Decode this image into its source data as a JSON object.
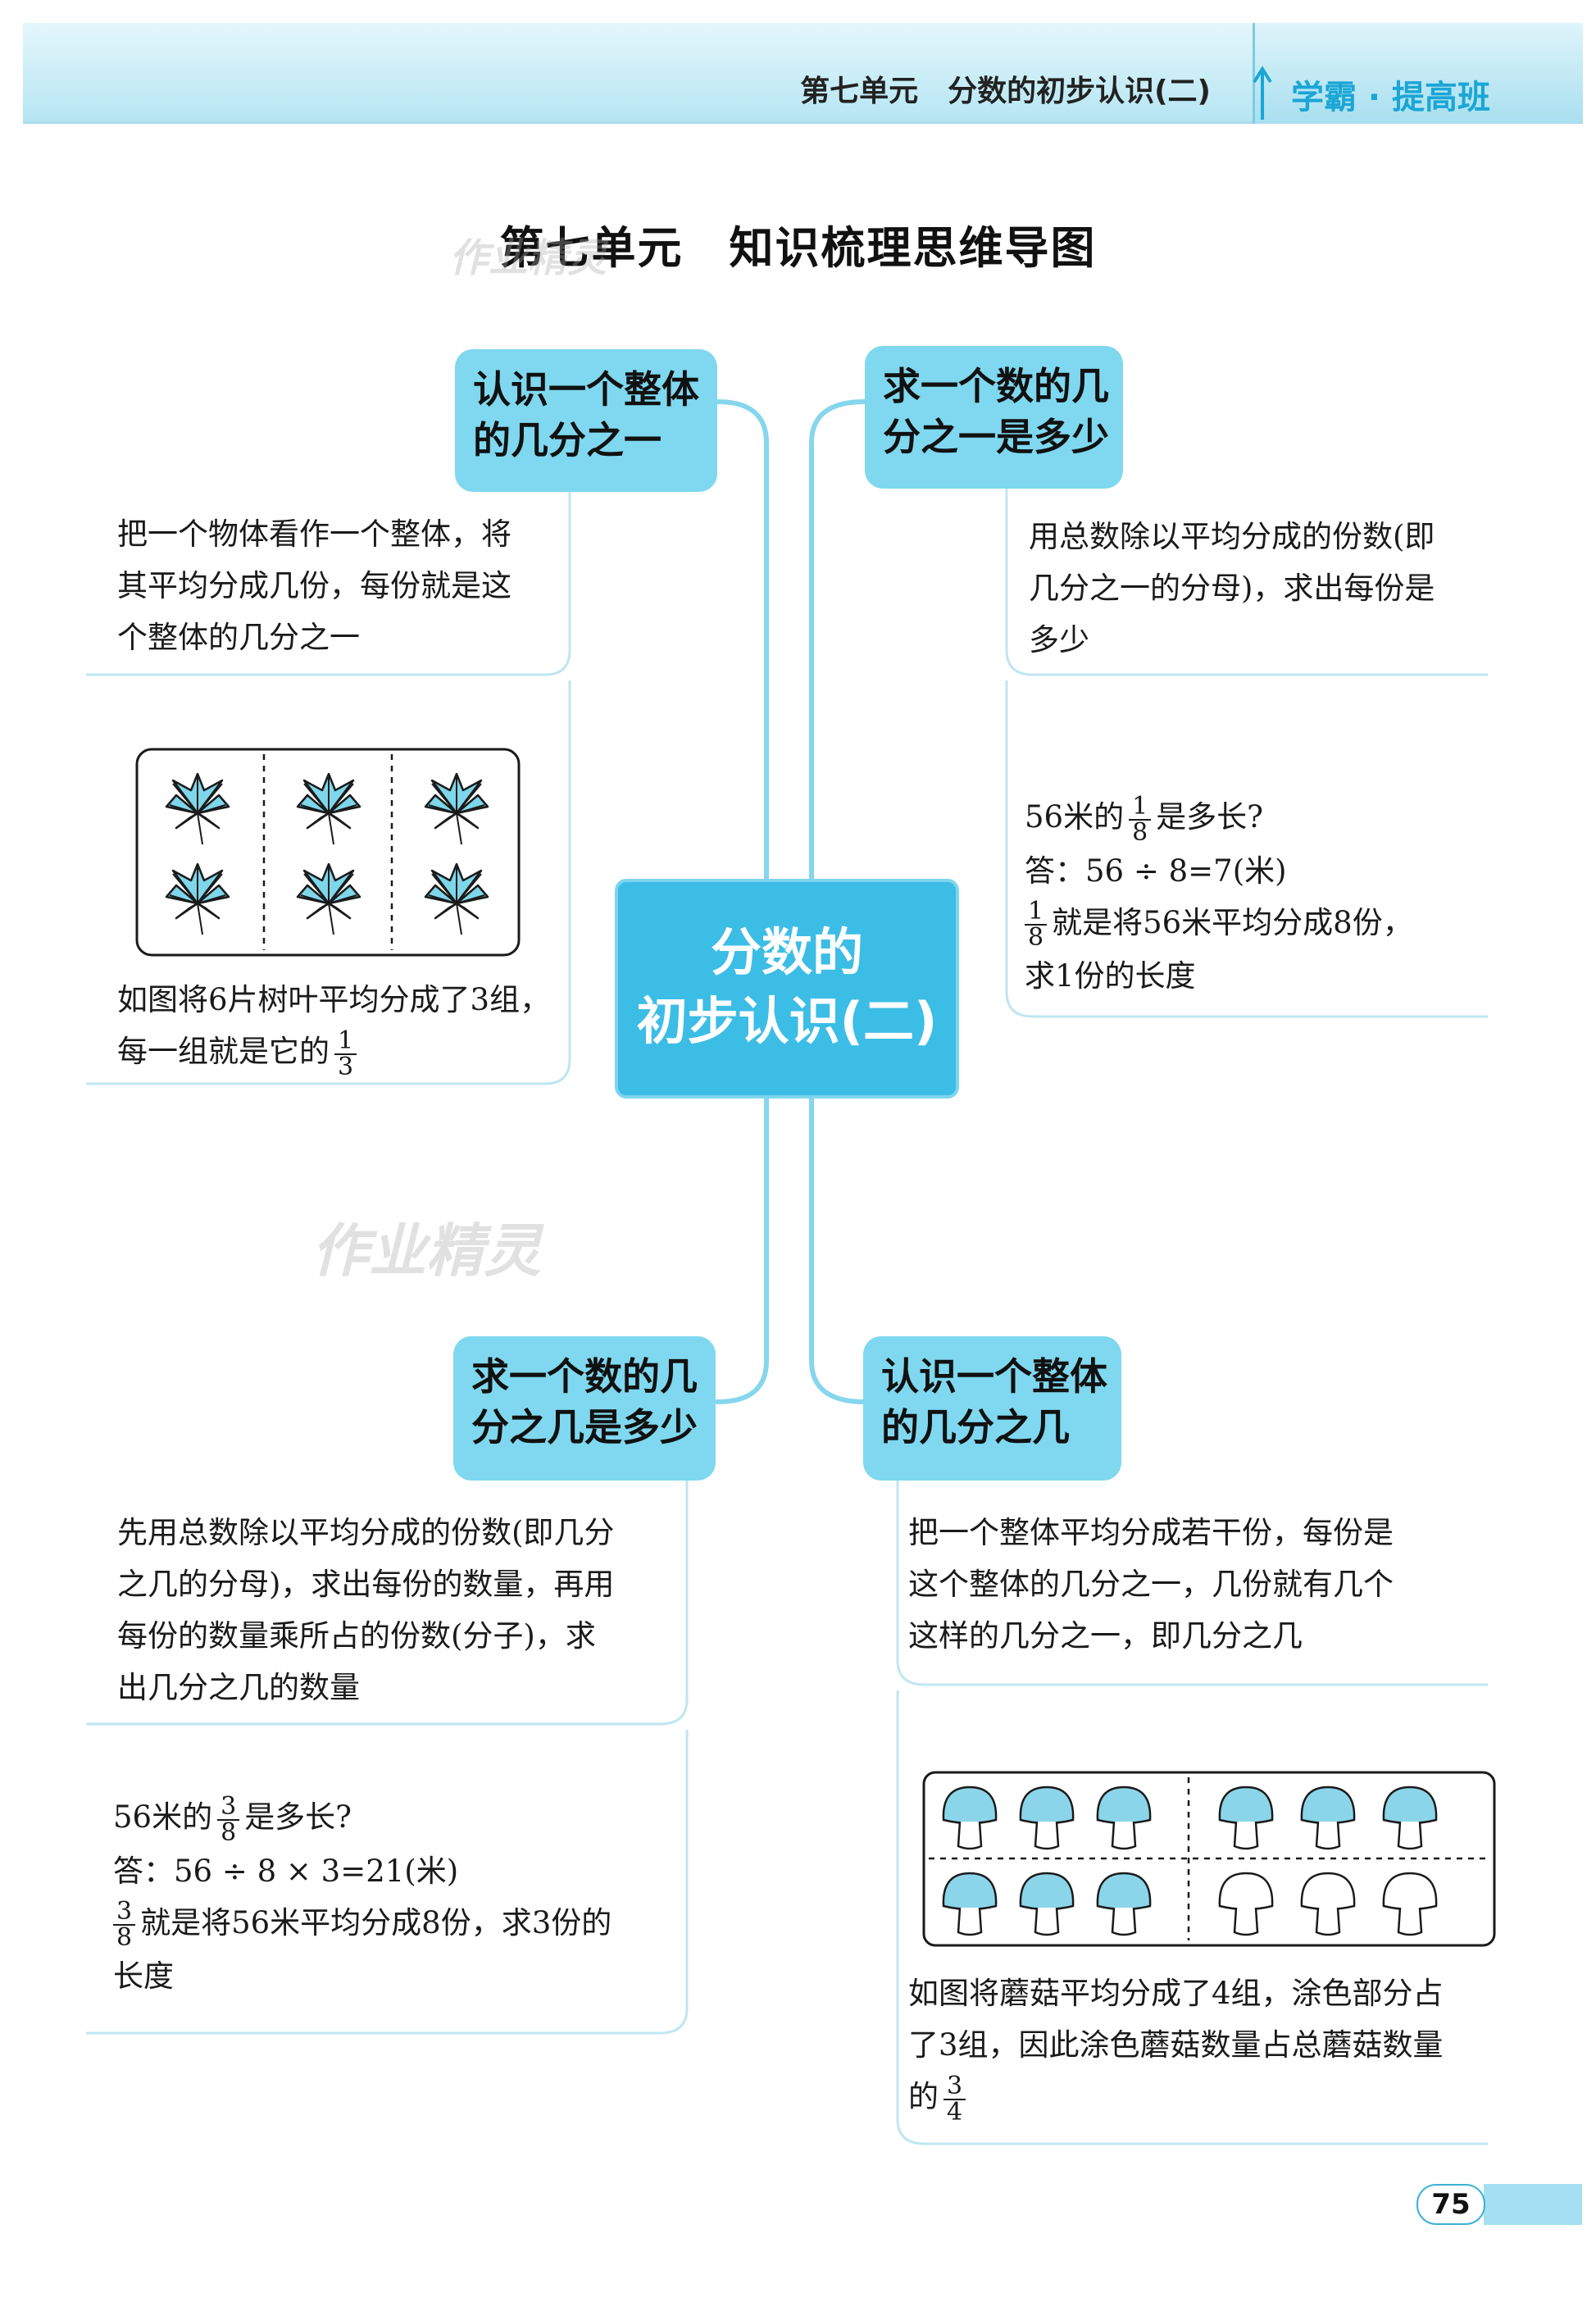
{
  "header": {
    "unit_title": "第七单元　分数的初步认识(二)",
    "brand": "学霸 · 提高班"
  },
  "page_title": "第七单元　知识梳理思维导图",
  "watermark": "作业精灵",
  "center": {
    "line1": "分数的",
    "line2": "初步认识(二)"
  },
  "topics": {
    "top_left": {
      "title_line1": "认识一个整体",
      "title_line2": "的几分之一",
      "desc": [
        "把一个物体看作一个整体，将",
        "其平均分成几份，每份就是这",
        "个整体的几分之一"
      ],
      "example_line1": "如图将6片树叶平均分成了3组，",
      "example_line2": "每一组就是它的",
      "fraction": {
        "num": "1",
        "den": "3"
      }
    },
    "top_right": {
      "title_line1": "求一个数的几",
      "title_line2": "分之一是多少",
      "desc": [
        "用总数除以平均分成的份数(即",
        "几分之一的分母)，求出每份是",
        "多少"
      ],
      "q_prefix": "56米的",
      "q_fraction": {
        "num": "1",
        "den": "8"
      },
      "q_suffix": "是多长?",
      "answer": "答：56 ÷ 8=7(米)",
      "expl_fraction": {
        "num": "1",
        "den": "8"
      },
      "expl_line1": "就是将56米平均分成8份，",
      "expl_line2": "求1份的长度"
    },
    "bottom_left": {
      "title_line1": "求一个数的几",
      "title_line2": "分之几是多少",
      "desc": [
        "先用总数除以平均分成的份数(即几分",
        "之几的分母)，求出每份的数量，再用",
        "每份的数量乘所占的份数(分子)，求",
        "出几分之几的数量"
      ],
      "q_prefix": "56米的",
      "q_fraction": {
        "num": "3",
        "den": "8"
      },
      "q_suffix": "是多长?",
      "answer": "答：56 ÷ 8 × 3=21(米)",
      "expl_fraction": {
        "num": "3",
        "den": "8"
      },
      "expl_line1": "就是将56米平均分成8份，求3份的",
      "expl_line2": "长度"
    },
    "bottom_right": {
      "title_line1": "认识一个整体",
      "title_line2": "的几分之几",
      "desc": [
        "把一个整体平均分成若干份，每份是",
        "这个整体的几分之一，几份就有几个",
        "这样的几分之一，即几分之几"
      ],
      "example_line1": "如图将蘑菇平均分成了4组，涂色部分占",
      "example_line2": "了3组，因此涂色蘑菇数量占总蘑菇数量",
      "example_line3": "的",
      "fraction": {
        "num": "3",
        "den": "4"
      }
    }
  },
  "page_number": "75",
  "colors": {
    "topic_box": "#7fd8ef",
    "center_box": "#3cbde6",
    "connector": "#86d6ec",
    "leaf": "#7ed6ea",
    "mushroom_cap": "#8bd5ea"
  }
}
